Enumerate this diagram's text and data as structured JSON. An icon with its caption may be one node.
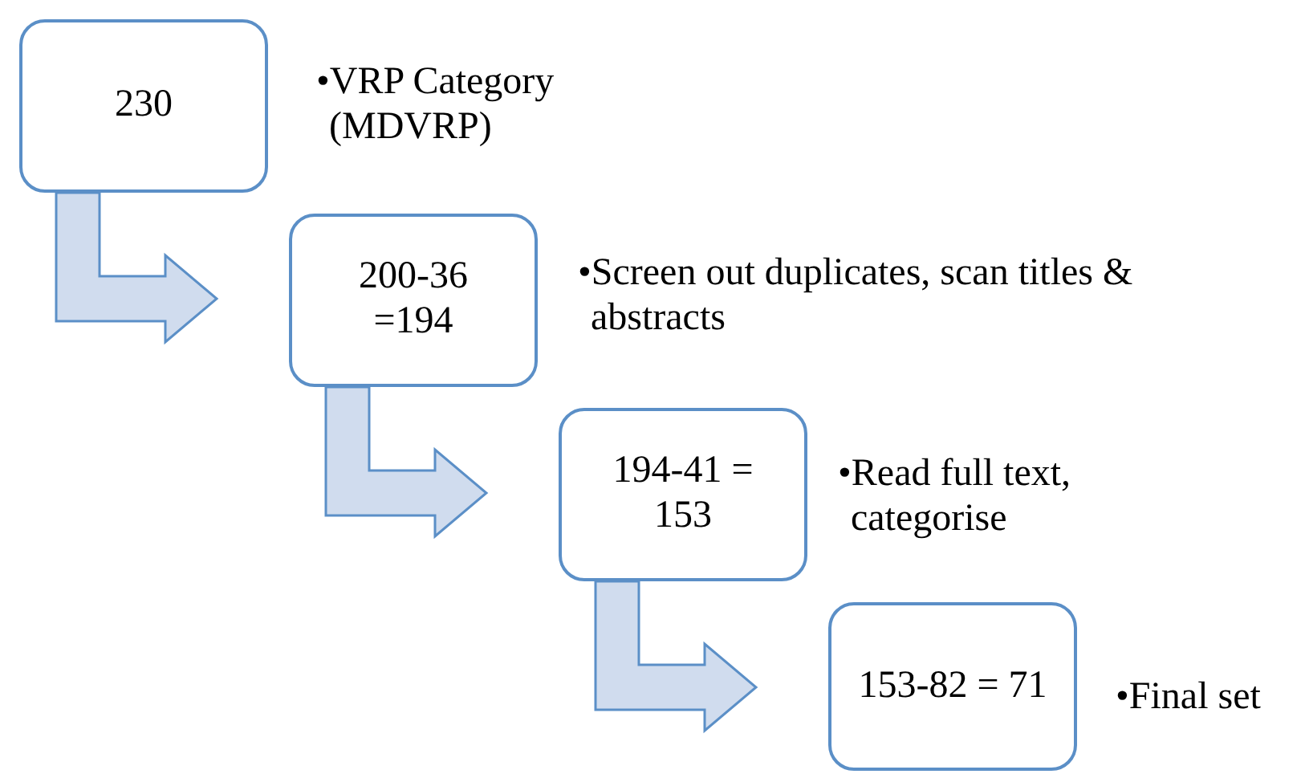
{
  "diagram": {
    "nodes": [
      {
        "text": [
          "230"
        ],
        "beside": [
          "•VRP Category (MDVRP)"
        ]
      },
      {
        "text": [
          "200-36 =194"
        ],
        "beside": [
          "•Screen out duplicates, scan titles & abstracts"
        ]
      },
      {
        "text": [
          "194-41 = 153"
        ],
        "beside": [
          "•Read full text, categorise"
        ]
      },
      {
        "text": [
          "153-82 = 71"
        ],
        "beside": [
          "•Final set"
        ]
      }
    ],
    "edges": [
      {
        "from": 0,
        "to": 1,
        "arrow": "to"
      },
      {
        "from": 1,
        "to": 2,
        "arrow": "to"
      },
      {
        "from": 2,
        "to": 3,
        "arrow": "to"
      }
    ]
  }
}
